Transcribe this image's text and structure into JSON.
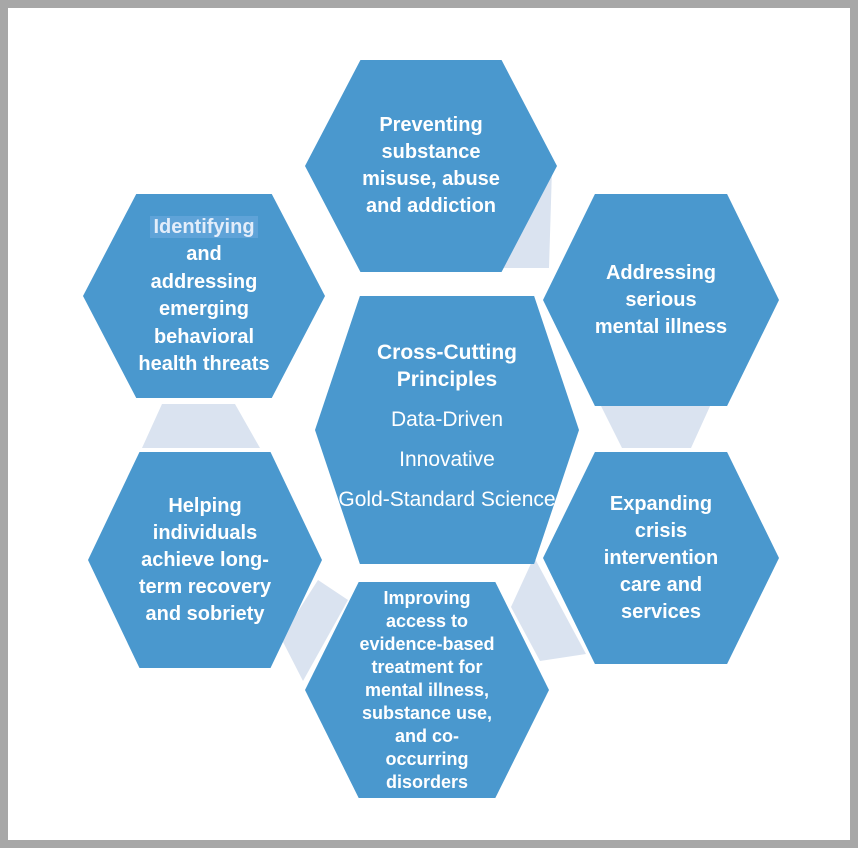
{
  "colors": {
    "hexagon": "#4a98ce",
    "connector": "#dae3f0",
    "frame": "#a7a7a7",
    "background": "#ffffff",
    "text": "#ffffff",
    "highlight_bg": "#5fa3d8",
    "highlight_text": "#e3edfa"
  },
  "center_hexagon": {
    "title": "Cross-Cutting Principles",
    "items": [
      "Data-Driven",
      "Innovative",
      "Gold-Standard Science"
    ]
  },
  "hexagons": {
    "top": {
      "lines": [
        "Preventing",
        "substance",
        "misuse, abuse",
        "and addiction"
      ]
    },
    "top_right": {
      "lines": [
        "Addressing",
        "serious",
        "mental illness"
      ]
    },
    "bottom_right": {
      "lines": [
        "Expanding",
        "crisis",
        "intervention",
        "care and",
        "services"
      ]
    },
    "bottom": {
      "lines": [
        "Improving",
        "access to",
        "evidence-based",
        "treatment for",
        "mental illness,",
        "substance use,",
        "and co-",
        "occurring",
        "disorders"
      ]
    },
    "bottom_left": {
      "lines": [
        "Helping",
        "individuals",
        "achieve long-",
        "term recovery",
        "and sobriety"
      ]
    },
    "top_left": {
      "highlighted_word": "Identifying",
      "lines": [
        "and",
        "addressing",
        "emerging",
        "behavioral",
        "health threats"
      ]
    }
  }
}
